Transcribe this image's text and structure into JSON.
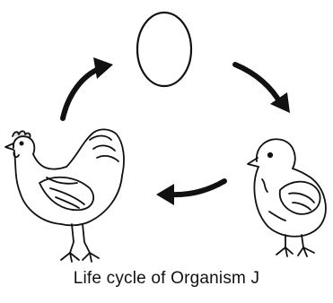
{
  "diagram": {
    "caption": "Life cycle of Organism J",
    "stages": [
      {
        "id": "egg",
        "icon": "egg-icon"
      },
      {
        "id": "chick",
        "icon": "chick-icon"
      },
      {
        "id": "hen",
        "icon": "hen-icon"
      }
    ],
    "arrows": [
      {
        "from": "hen",
        "to": "egg"
      },
      {
        "from": "egg",
        "to": "chick"
      },
      {
        "from": "chick",
        "to": "hen"
      }
    ],
    "colors": {
      "ink": "#111111",
      "background": "#ffffff"
    }
  }
}
